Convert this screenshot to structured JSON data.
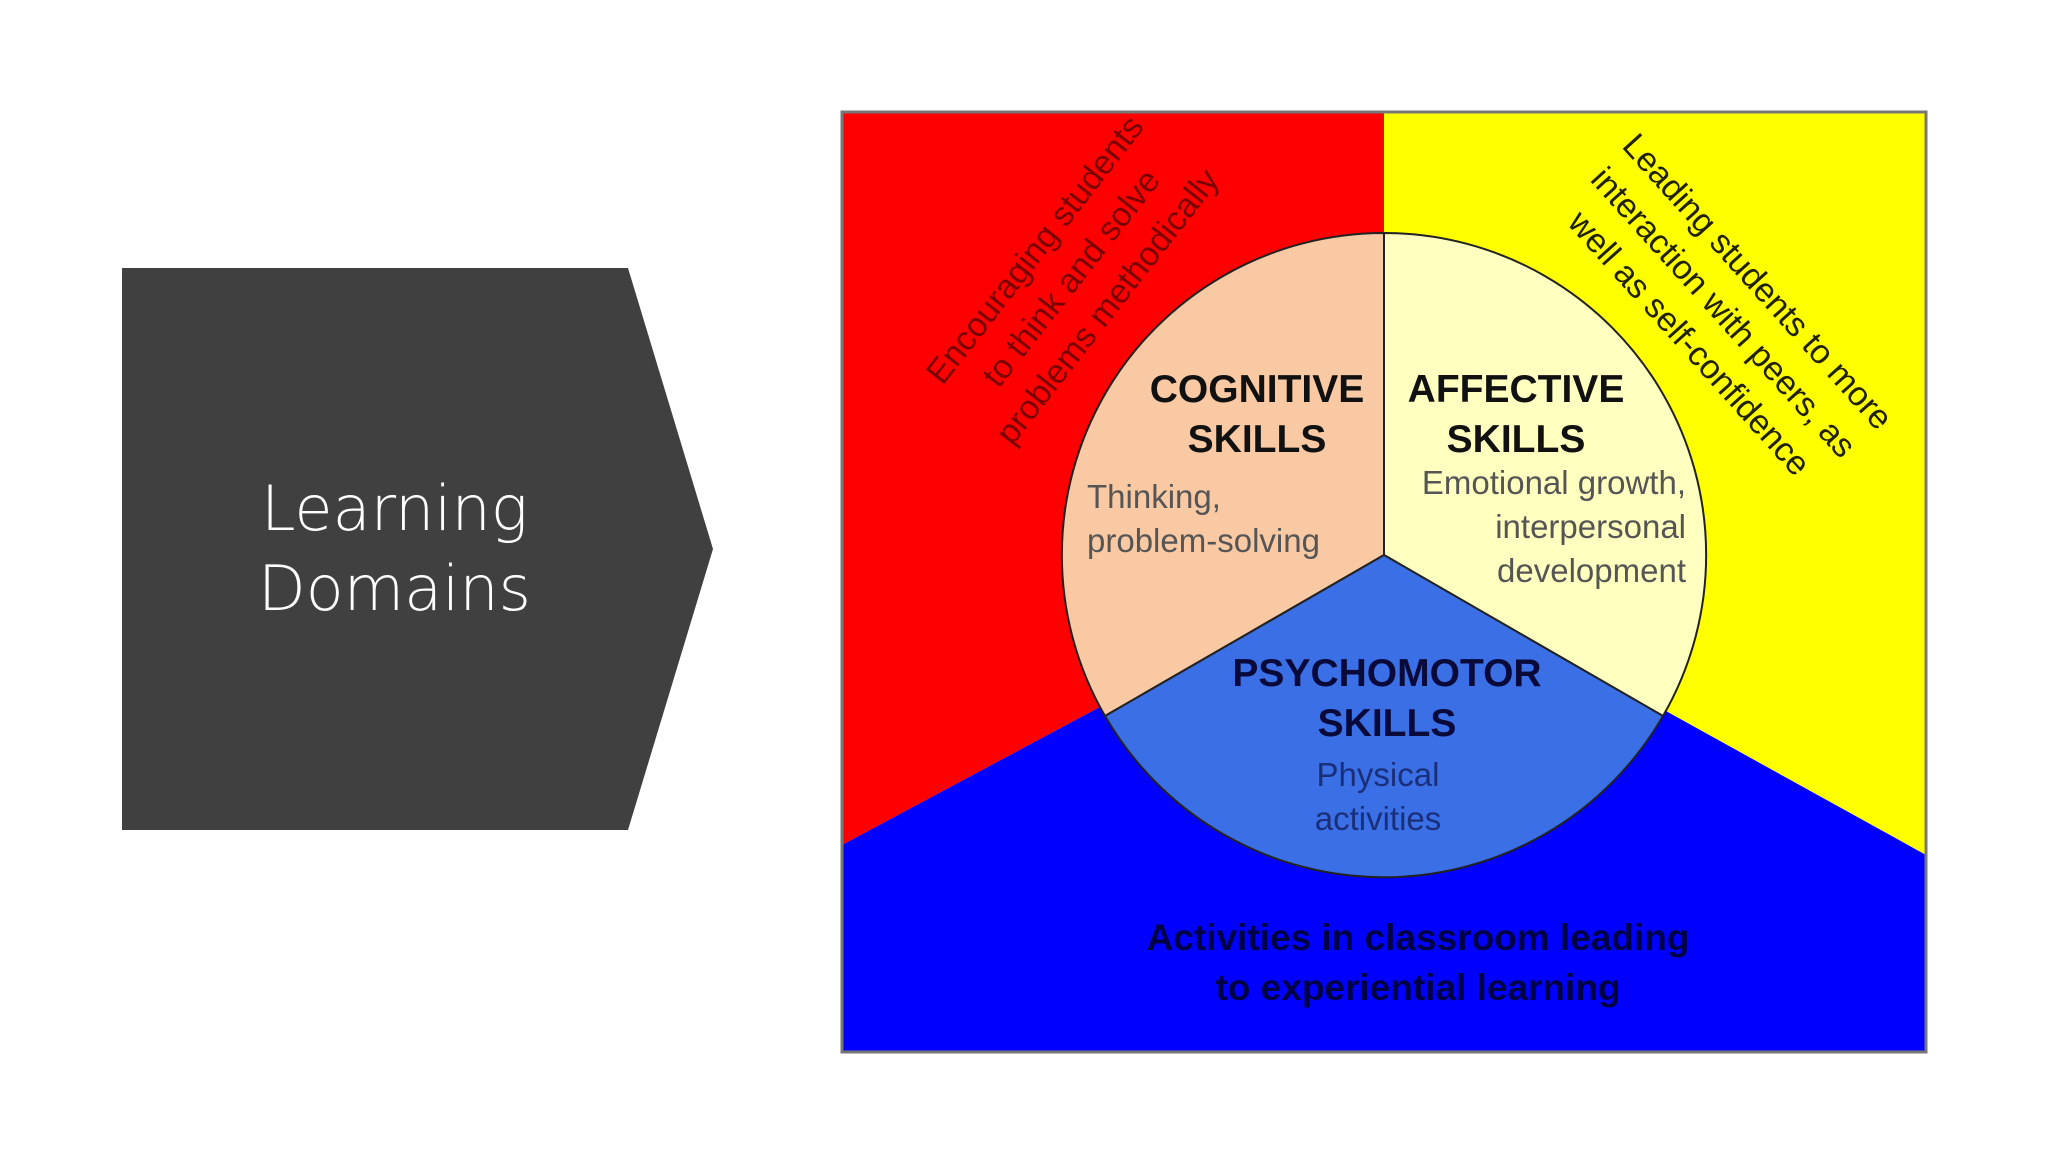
{
  "slide": {
    "title_lines": [
      "Learning",
      "Domains"
    ],
    "title_box_color": "#404040",
    "title_text_color": "#ffffff"
  },
  "diagram": {
    "colors": {
      "cognitive_outer": "#ff0000",
      "affective_outer": "#ffff00",
      "psychomotor_outer": "#0000ff",
      "cognitive_inner": "#f9c9a4",
      "affective_inner": "#ffffc0",
      "psychomotor_inner": "#3a6fe6",
      "divider": "#777777"
    },
    "cognitive": {
      "title_line1": "COGNITIVE",
      "title_line2": "SKILLS",
      "desc_line1": "Thinking,",
      "desc_line2": "problem-solving",
      "outer_line1": "Encouraging students",
      "outer_line2": "to think and solve",
      "outer_line3": "problems methodically"
    },
    "affective": {
      "title_line1": "AFFECTIVE",
      "title_line2": "SKILLS",
      "desc_line1": "Emotional growth,",
      "desc_line2": "interpersonal",
      "desc_line3": "development",
      "outer_line1": "Leading students to more",
      "outer_line2": "interaction with peers, as",
      "outer_line3": "well as self-confidence"
    },
    "psychomotor": {
      "title_line1": "PSYCHOMOTOR",
      "title_line2": "SKILLS",
      "desc_line1": "Physical",
      "desc_line2": "activities",
      "outer_line1": "Activities in classroom leading",
      "outer_line2": "to experiential learning"
    }
  }
}
